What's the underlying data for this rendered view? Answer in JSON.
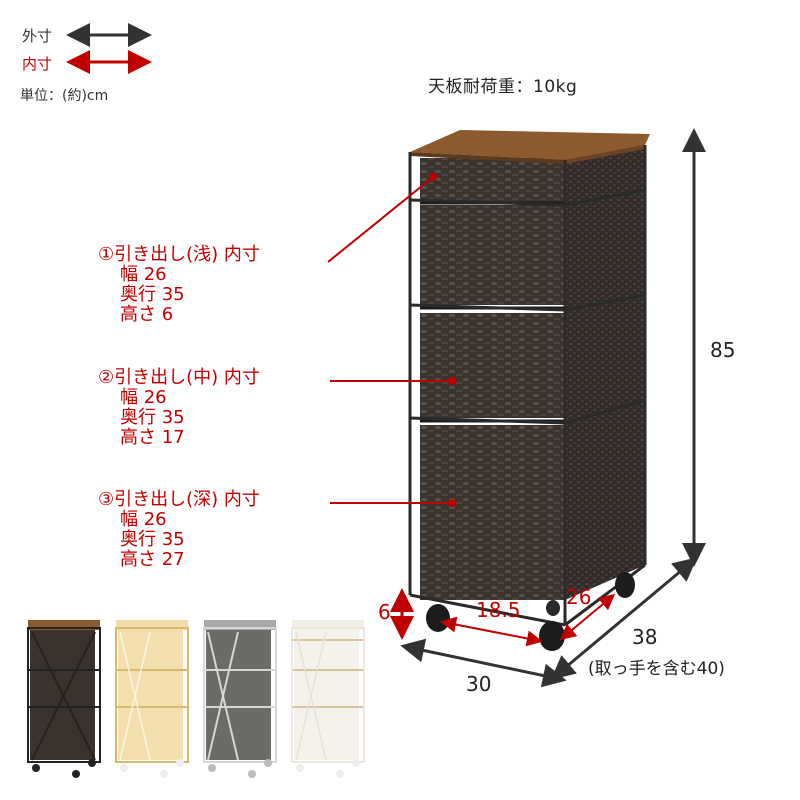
{
  "legend": {
    "outer_label": "外寸",
    "inner_label": "内寸",
    "outer_color": "#333333",
    "inner_color": "#c00000",
    "unit": "単位：(約)cm"
  },
  "top_load": "天板耐荷重：10kg",
  "drawers": [
    {
      "title": "①引き出し(浅) 内寸",
      "width": "幅 26",
      "depth": "奥行 35",
      "height": "高さ  6"
    },
    {
      "title": "②引き出し(中) 内寸",
      "width": "幅 26",
      "depth": "奥行 35",
      "height": "高さ  17"
    },
    {
      "title": "③引き出し(深) 内寸",
      "width": "幅 26",
      "depth": "奥行 35",
      "height": "高さ  27"
    }
  ],
  "dimensions": {
    "height_total": "85",
    "width_total": "30",
    "depth_total": "38",
    "depth_note": "(取っ手を含む40)",
    "caster_height": "6",
    "caster_span_width": "18.5",
    "caster_span_depth": "26"
  },
  "color_variants": [
    {
      "name": "dark-brown",
      "body": "#3a322d",
      "top": "#8a5a30",
      "frame": "#2a2a2a"
    },
    {
      "name": "natural",
      "body": "#f3dfae",
      "top": "#f1dcaa",
      "frame": "#f5f0e2"
    },
    {
      "name": "gray",
      "body": "#6d6b67",
      "top": "#a7a9a6",
      "frame": "#d6d6d6"
    },
    {
      "name": "white",
      "body": "#f4f2ea",
      "top": "#f2efe4",
      "frame": "#ffffff"
    }
  ]
}
